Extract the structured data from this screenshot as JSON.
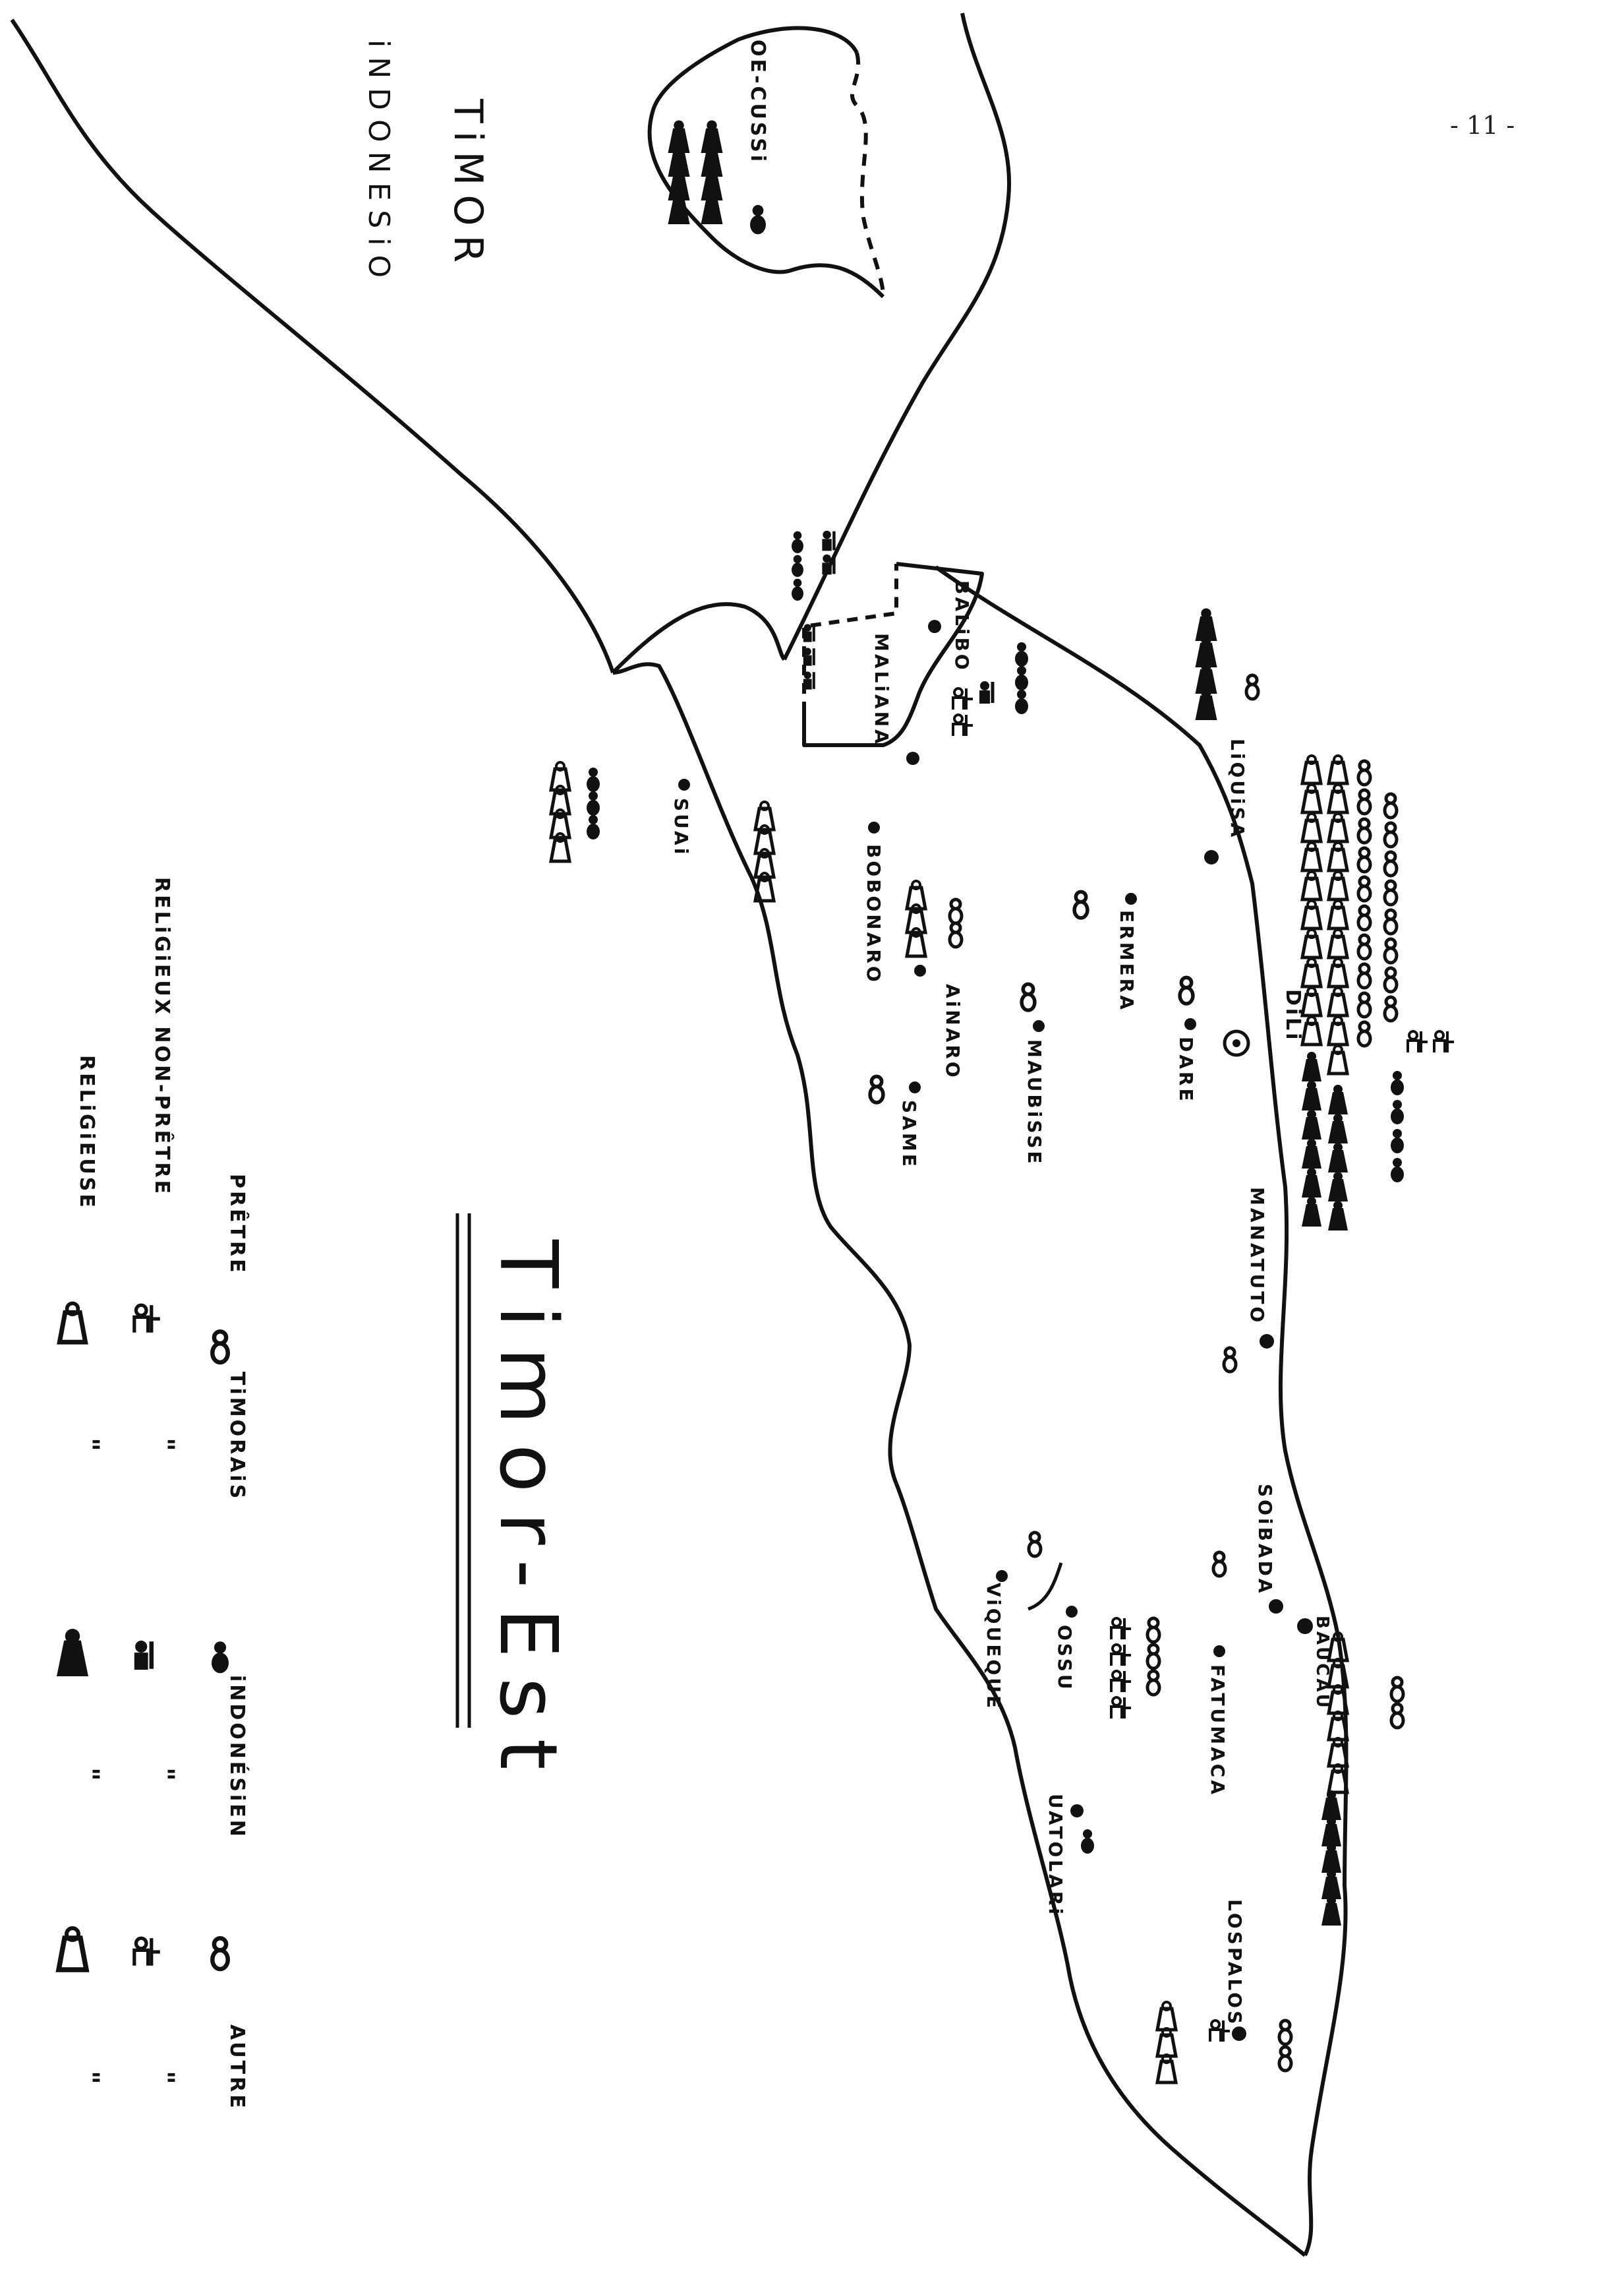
{
  "page_number": "- 11 -",
  "region_label_line1": "TiMOR",
  "region_label_line2": "iNDONESiO",
  "title": "Timor-Est",
  "map": {
    "colors": {
      "ink": "#111111",
      "paper": "#ffffff"
    },
    "places": [
      {
        "id": "oe-cussi",
        "name": "OE-CUSSi"
      },
      {
        "id": "balibo",
        "name": "BALiBO"
      },
      {
        "id": "maliana",
        "name": "MALiANA"
      },
      {
        "id": "liquisa",
        "name": "LiQUiSA"
      },
      {
        "id": "suai",
        "name": "SUAi"
      },
      {
        "id": "bobonaro",
        "name": "BOBONARO"
      },
      {
        "id": "ermera",
        "name": "ERMERA"
      },
      {
        "id": "ainaro",
        "name": "AiNARO"
      },
      {
        "id": "dili",
        "name": "DiLi"
      },
      {
        "id": "dare",
        "name": "DARE"
      },
      {
        "id": "maubisse",
        "name": "MAUBiSSE"
      },
      {
        "id": "same",
        "name": "SAME"
      },
      {
        "id": "manatuto",
        "name": "MANATUTO"
      },
      {
        "id": "soibada",
        "name": "SOiBADA"
      },
      {
        "id": "baucau",
        "name": "BAUCAU"
      },
      {
        "id": "fatumaca",
        "name": "FATUMACA"
      },
      {
        "id": "ossu",
        "name": "OSSU"
      },
      {
        "id": "viqueque",
        "name": "ViQUEQUE"
      },
      {
        "id": "uatolari",
        "name": "UATOLARi"
      },
      {
        "id": "lospalos",
        "name": "LOSPALOS"
      }
    ]
  },
  "legend": {
    "rows": [
      {
        "label": "PRÊTRE",
        "timorais": "TiMORAiS",
        "indonesien": "iNDONÉSiEN",
        "autre": "AUTRE"
      },
      {
        "label": "RELiGiEUX NON-PRÊTRE",
        "timorais": "\"",
        "indonesien": "\"",
        "autre": "\""
      },
      {
        "label": "RELiGiEUSE",
        "timorais": "\"",
        "indonesien": "\"",
        "autre": "\""
      }
    ]
  }
}
